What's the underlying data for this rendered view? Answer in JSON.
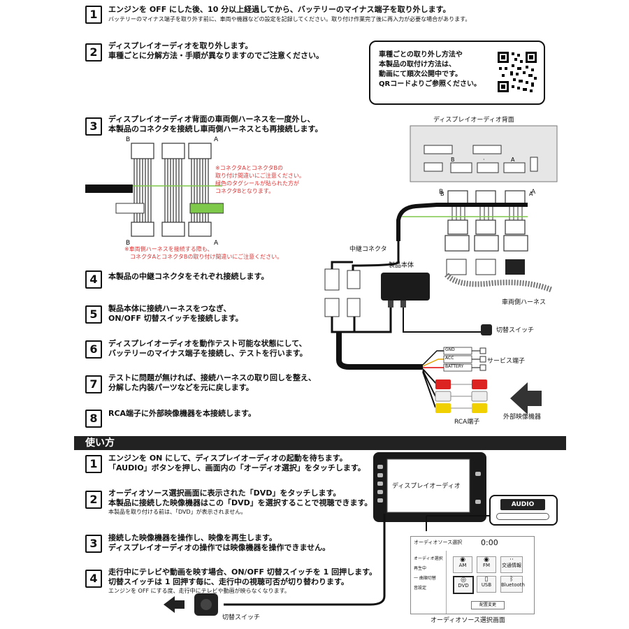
{
  "install_steps": [
    {
      "num": "1",
      "title": "エンジンを OFF にした後、10 分以上経過してから、バッテリーのマイナス端子を取り外します。",
      "note": "バッテリーのマイナス端子を取り外す前に、車両や機器などの設定を記録してください。取り付け作業完了後に再入力が必要な場合があります。"
    },
    {
      "num": "2",
      "title": "ディスプレイオーディオを取り外します。",
      "title2": "車種ごとに分解方法・手順が異なりますのでご注意ください。"
    },
    {
      "num": "3",
      "title": "ディスプレイオーディオ背面の車両側ハーネスを一度外し、",
      "title2": "本製品のコネクタを接続し車両側ハーネスとも再接続します。"
    },
    {
      "num": "4",
      "title": "本製品の中継コネクタをそれぞれ接続します。"
    },
    {
      "num": "5",
      "title": "製品本体に接続ハーネスをつなぎ、",
      "title2": "ON/OFF 切替スイッチを接続します。"
    },
    {
      "num": "6",
      "title": "ディスプレイオーディオを動作テスト可能な状態にして、",
      "title2": "バッテリーのマイナス端子を接続し、テストを行います。"
    },
    {
      "num": "7",
      "title": "テストに問題が無ければ、接続ハーネスの取り回しを整え、",
      "title2": "分解した内装パーツなどを元に戻します。"
    },
    {
      "num": "8",
      "title": "RCA端子に外部映像機器を本接続します。"
    }
  ],
  "qr_note": [
    "車種ごとの取り外し方法や",
    "本製品の取付け方法は、",
    "動画にて順次公開中です。",
    "QRコードよりご参照ください。"
  ],
  "connector_note": [
    "※コネクタAとコネクタBの",
    "取り付け間違いにご注意ください。",
    "緑色のタグシールが貼られた方が",
    "コネクタBとなります。"
  ],
  "harness_note": [
    "※車両側ハーネスを接続する際も、",
    "コネクタAとコネクタBの取り付け間違いにご注意ください。"
  ],
  "diagram_labels": {
    "a": "A",
    "b": "B",
    "display_back": "ディスプレイオーディオ背面",
    "relay_connector": "中継コネクタ",
    "unit": "製品本体",
    "vehicle_harness": "車両側ハーネス",
    "switch": "切替スイッチ",
    "service": "サービス端子",
    "gnd": "GND",
    "acc": "ACC",
    "battery": "BATTERY",
    "rca": "RCA端子",
    "external": "外部映像機器"
  },
  "usage_header": "使い方",
  "usage_steps": [
    {
      "num": "1",
      "title": "エンジンを ON にして、ディスプレイオーディオの起動を待ちます。",
      "title2": "「AUDIO」ボタンを押し、画面内の「オーディオ選択」をタッチします。"
    },
    {
      "num": "2",
      "title": "オーディオソース選択画面に表示された「DVD」をタッチします。",
      "title2": "本製品に接続した映像機器はこの「DVD」を選択することで視聴できます。",
      "note": "本製品を取り付ける前は、「DVD」が表示されません。"
    },
    {
      "num": "3",
      "title": "接続した映像機器を操作し、映像を再生します。",
      "title2": "ディスプレイオーディオの操作では映像機器を操作できません。"
    },
    {
      "num": "4",
      "title": "走行中にテレビや動画を映す場合、ON/OFF 切替スイッチを 1 回押します。",
      "title2": "切替スイッチは 1 回押す毎に、走行中の視聴可否が切り替わります。",
      "note": "エンジンを OFF にする度、走行中にテレビや動画が映らなくなります。"
    }
  ],
  "usage_labels": {
    "display_audio": "ディスプレイオーディオ",
    "audio_button": "AUDIO",
    "switch": "切替スイッチ",
    "screen_caption": "オーディオソース選択画面"
  },
  "screen": {
    "title": "オーディオソース選択",
    "time": "0:00",
    "side_items": [
      "オーディオ選択",
      "再生中",
      "一 曲順切替",
      "音設定"
    ],
    "tiles": [
      "AM",
      "FM",
      "交通情報",
      "DVD",
      "USB",
      "Bluetooth"
    ],
    "footer": "配置変更"
  }
}
